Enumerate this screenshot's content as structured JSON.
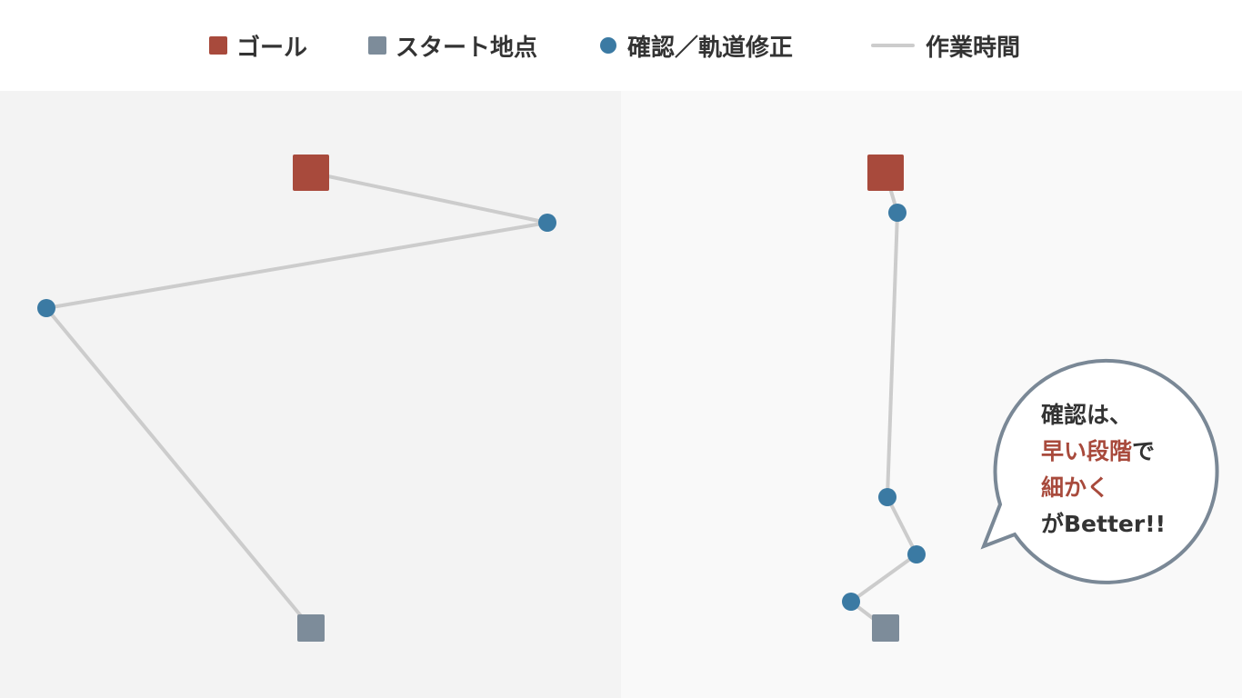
{
  "colors": {
    "goal": "#a84a3c",
    "start": "#7d8c9a",
    "checkpoint": "#3b7aa3",
    "path": "#cccccc",
    "bubble_border": "#7a8896",
    "emphasis": "#a84a3c"
  },
  "legend": {
    "goal": "ゴール",
    "start": "スタート地点",
    "checkpoint": "確認／軌道修正",
    "work_time": "作業時間"
  },
  "callout": {
    "line1": "確認は、",
    "line2_emphasis": "早い段階",
    "line2_rest": "で",
    "line3_emphasis": "細かく",
    "line4": "がBetter!!"
  }
}
